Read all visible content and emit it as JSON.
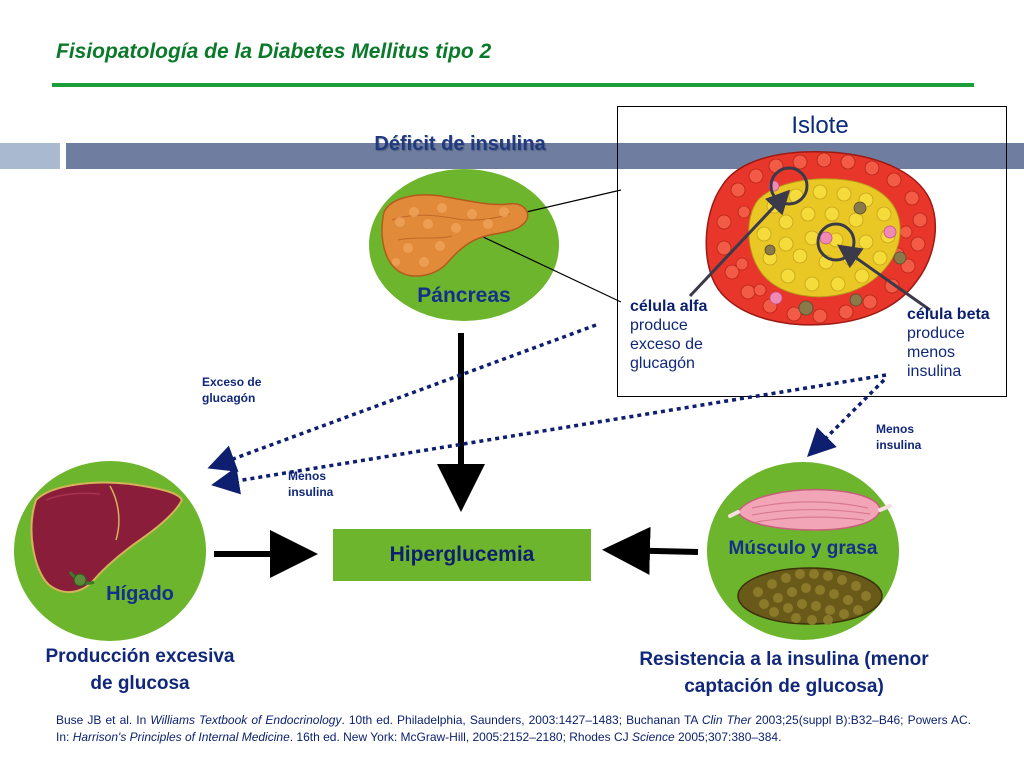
{
  "title": "Fisiopatología de la Diabetes Mellitus tipo 2",
  "deficit_label": "Déficit de insulina",
  "pancreas": {
    "label": "Páncreas"
  },
  "islet": {
    "title": "Islote",
    "alpha": {
      "name": "célula alfa",
      "line1": "produce",
      "line2": "exceso de",
      "line3": "glucagón"
    },
    "beta": {
      "name": "célula beta",
      "line1": "produce",
      "line2": "menos",
      "line3": "insulina"
    }
  },
  "notes": {
    "glucagon_line1": "Exceso de",
    "glucagon_line2": "glucagón",
    "menos_left_line1": "Menos",
    "menos_left_line2": "insulina",
    "menos_right_line1": "Menos",
    "menos_right_line2": "insulina"
  },
  "liver": {
    "label": "Hígado",
    "caption_line1": "Producción excesiva",
    "caption_line2": "de glucosa"
  },
  "muscle": {
    "label": "Músculo y grasa",
    "caption_line1": "Resistencia a la insulina (menor",
    "caption_line2": "captación de glucosa)"
  },
  "center": {
    "label": "Hiperglucemia"
  },
  "reference": {
    "p1": "Buse JB et al. In ",
    "i1": "Williams Textbook of Endocrinology",
    "p2": ". 10th ed. Philadelphia, Saunders, 2003:1427–1483; Buchanan TA ",
    "i2": "Clin Ther",
    "p3": " 2003;25(suppl B):B32–B46; Powers AC. In: ",
    "i3": "Harrison's Principles of Internal Medicine",
    "p4": ". 16th ed. New York: McGraw-Hill, 2005:2152–2180; Rhodes CJ ",
    "i4": "Science",
    "p5": " 2005;307:380–384."
  },
  "colors": {
    "title_green": "#0a7a2a",
    "disc_green": "#6cb52c",
    "navy_text": "#10277a",
    "band": "#6e7da0",
    "band_light": "#a9b9cf"
  },
  "icons": [
    "pancreas-icon",
    "islet-icon",
    "liver-icon",
    "muscle-icon",
    "fat-icon"
  ]
}
